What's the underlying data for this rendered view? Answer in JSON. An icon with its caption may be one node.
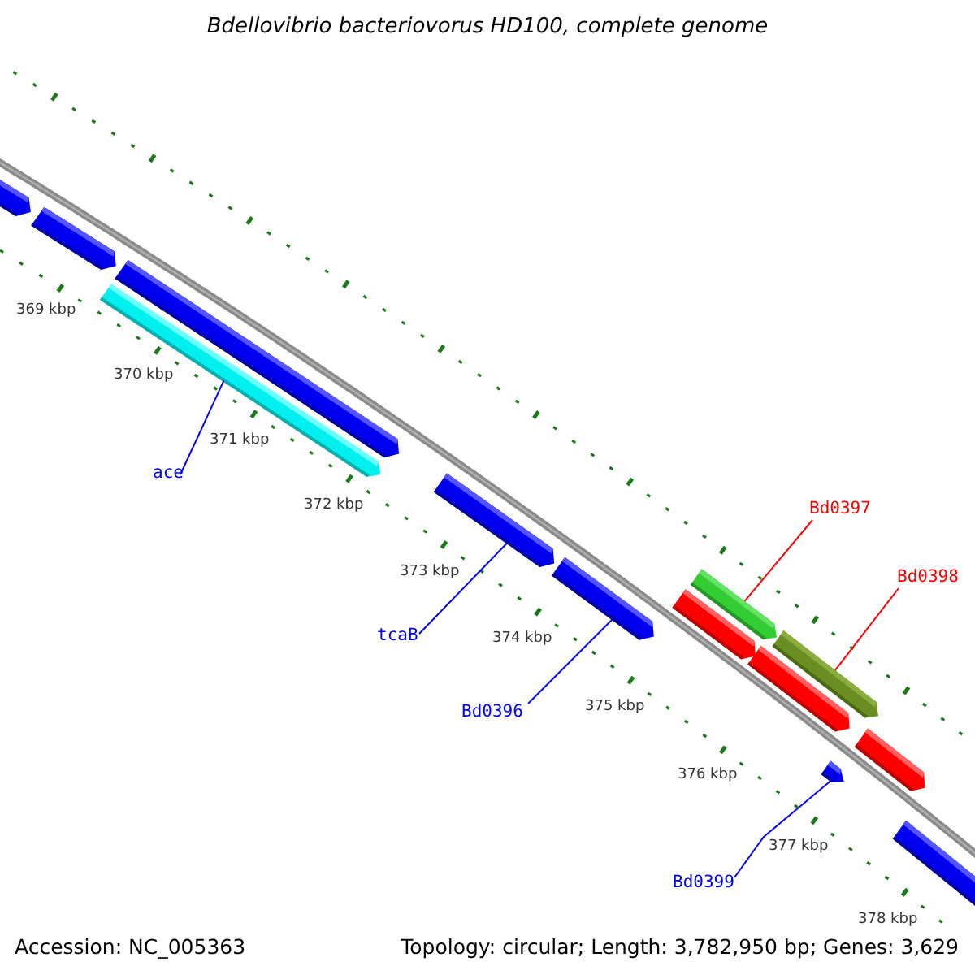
{
  "diagram": {
    "title": "Bdellovibrio bacteriovorus HD100, complete genome",
    "nodes": [
      {
        "text": [
          "ace"
        ]
      },
      {
        "text": [],
        "shape": "bar"
      },
      {
        "text": [
          "tcaB"
        ]
      },
      {
        "text": [],
        "shape": "bar"
      },
      {
        "text": [
          "Bd0396"
        ]
      },
      {
        "text": [],
        "shape": "bar"
      },
      {
        "text": [
          "Bd0397"
        ]
      },
      {
        "text": [],
        "shape": "bar"
      },
      {
        "text": [
          "Bd0398"
        ]
      },
      {
        "text": [],
        "shape": "bar"
      },
      {
        "text": [
          "Bd0399"
        ]
      },
      {
        "text": [],
        "shape": "bar"
      },
      {
        "text": [],
        "shape": "bar"
      },
      {
        "text": [],
        "shape": "bar"
      },
      {
        "text": [],
        "shape": "bar"
      },
      {
        "text": [],
        "shape": "bar"
      },
      {
        "text": [],
        "shape": "bar"
      },
      {
        "text": [],
        "shape": "bar"
      },
      {
        "text": [],
        "shape": "bar"
      }
    ],
    "edges": [
      {
        "from": 0,
        "to": 1,
        "arrow": "none",
        "color": "#0000ff"
      },
      {
        "from": 2,
        "to": 3,
        "arrow": "none",
        "color": "#0000ff"
      },
      {
        "from": 4,
        "to": 5,
        "arrow": "none",
        "color": "#0000ff"
      },
      {
        "from": 6,
        "to": 7,
        "arrow": "none",
        "color": "#ff0000"
      },
      {
        "from": 8,
        "to": 9,
        "arrow": "none",
        "color": "#ff0000"
      },
      {
        "from": 10,
        "to": 11,
        "arrow": "none",
        "color": "#0000ff"
      }
    ],
    "labels": [
      "369 kbp",
      "370 kbp",
      "371 kbp",
      "372 kbp",
      "373 kbp",
      "374 kbp",
      "375 kbp",
      "376 kbp",
      "377 kbp",
      "378 kbp",
      "Accession: NC_005363",
      "Topology: circular; Length: 3,782,950 bp; Genes: 3,629"
    ]
  }
}
